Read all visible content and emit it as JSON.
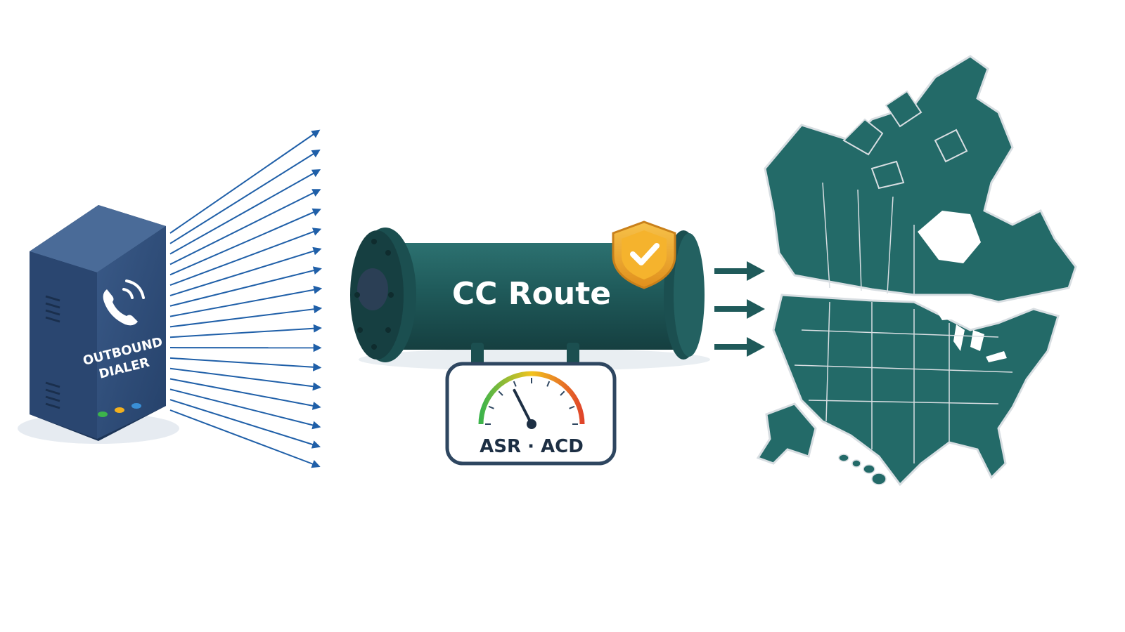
{
  "dialer": {
    "label_line1": "OUTBOUND",
    "label_line2": "DIALER",
    "icon": "phone-icon",
    "leds": [
      "#3cb44b",
      "#f2b01e",
      "#3a8fd6"
    ]
  },
  "route": {
    "label": "CC Route",
    "badge_icon": "shield-check-icon"
  },
  "gauge": {
    "label": "ASR · ACD",
    "level": 0.35
  },
  "destination": {
    "icon": "north-america-map-icon"
  },
  "colors": {
    "dialer_body": "#2f4a73",
    "fanout_arrows": "#1f5fa8",
    "pipe": "#1f5a5a",
    "map": "#236a68",
    "shield": "#f0a82a",
    "flow_arrows": "#1f5a5a"
  },
  "fanout_arrow_count": 18,
  "flow_arrow_count": 3
}
